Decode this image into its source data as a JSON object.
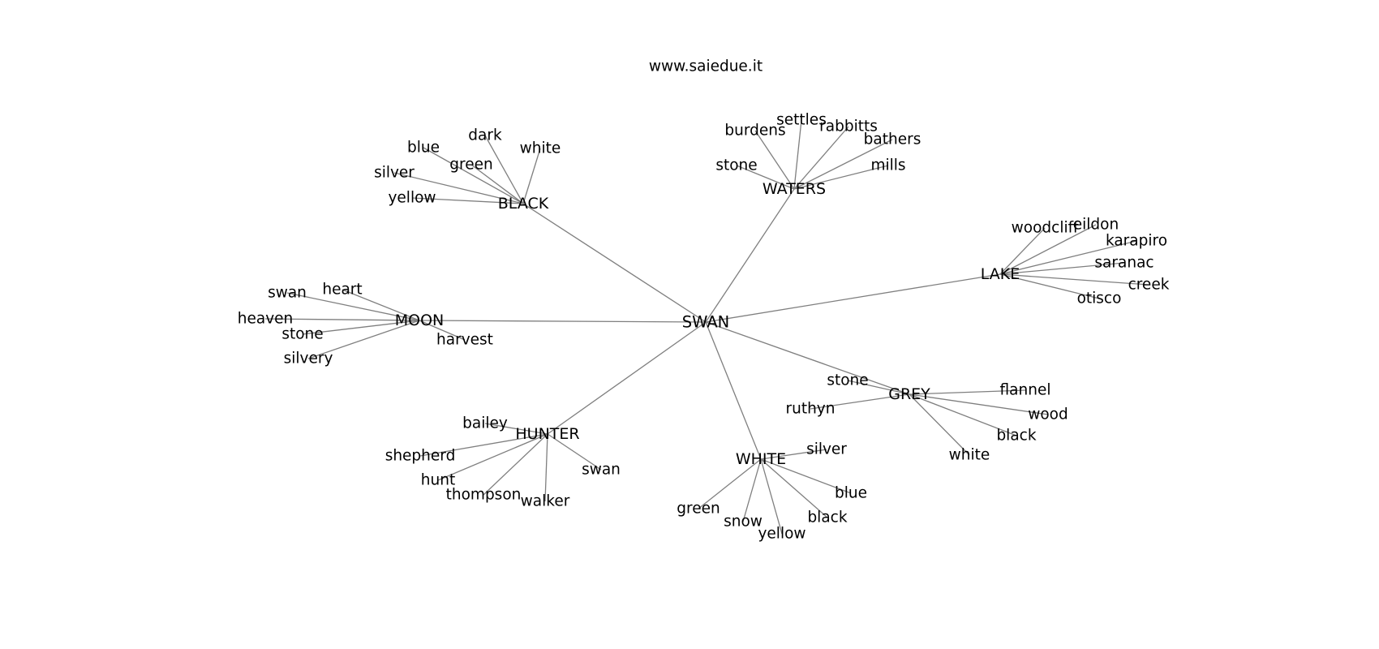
{
  "site": "www.saiedue.it",
  "graph": {
    "center": "SWAN",
    "clusters": [
      {
        "label": "BLACK",
        "words": [
          "dark",
          "blue",
          "white",
          "green",
          "silver",
          "yellow"
        ]
      },
      {
        "label": "WATERS",
        "words": [
          "settles",
          "burdens",
          "rabbitts",
          "bathers",
          "stone",
          "mills"
        ]
      },
      {
        "label": "LAKE",
        "words": [
          "woodcliff",
          "eildon",
          "karapiro",
          "saranac",
          "creek",
          "otisco"
        ]
      },
      {
        "label": "MOON",
        "words": [
          "heart",
          "swan",
          "heaven",
          "stone",
          "harvest",
          "silvery"
        ]
      },
      {
        "label": "GREY",
        "words": [
          "stone",
          "flannel",
          "ruthyn",
          "wood",
          "black",
          "white"
        ]
      },
      {
        "label": "HUNTER",
        "words": [
          "bailey",
          "shepherd",
          "swan",
          "hunt",
          "thompson",
          "walker"
        ]
      },
      {
        "label": "WHITE",
        "words": [
          "silver",
          "blue",
          "black",
          "green",
          "snow",
          "yellow"
        ]
      }
    ]
  }
}
